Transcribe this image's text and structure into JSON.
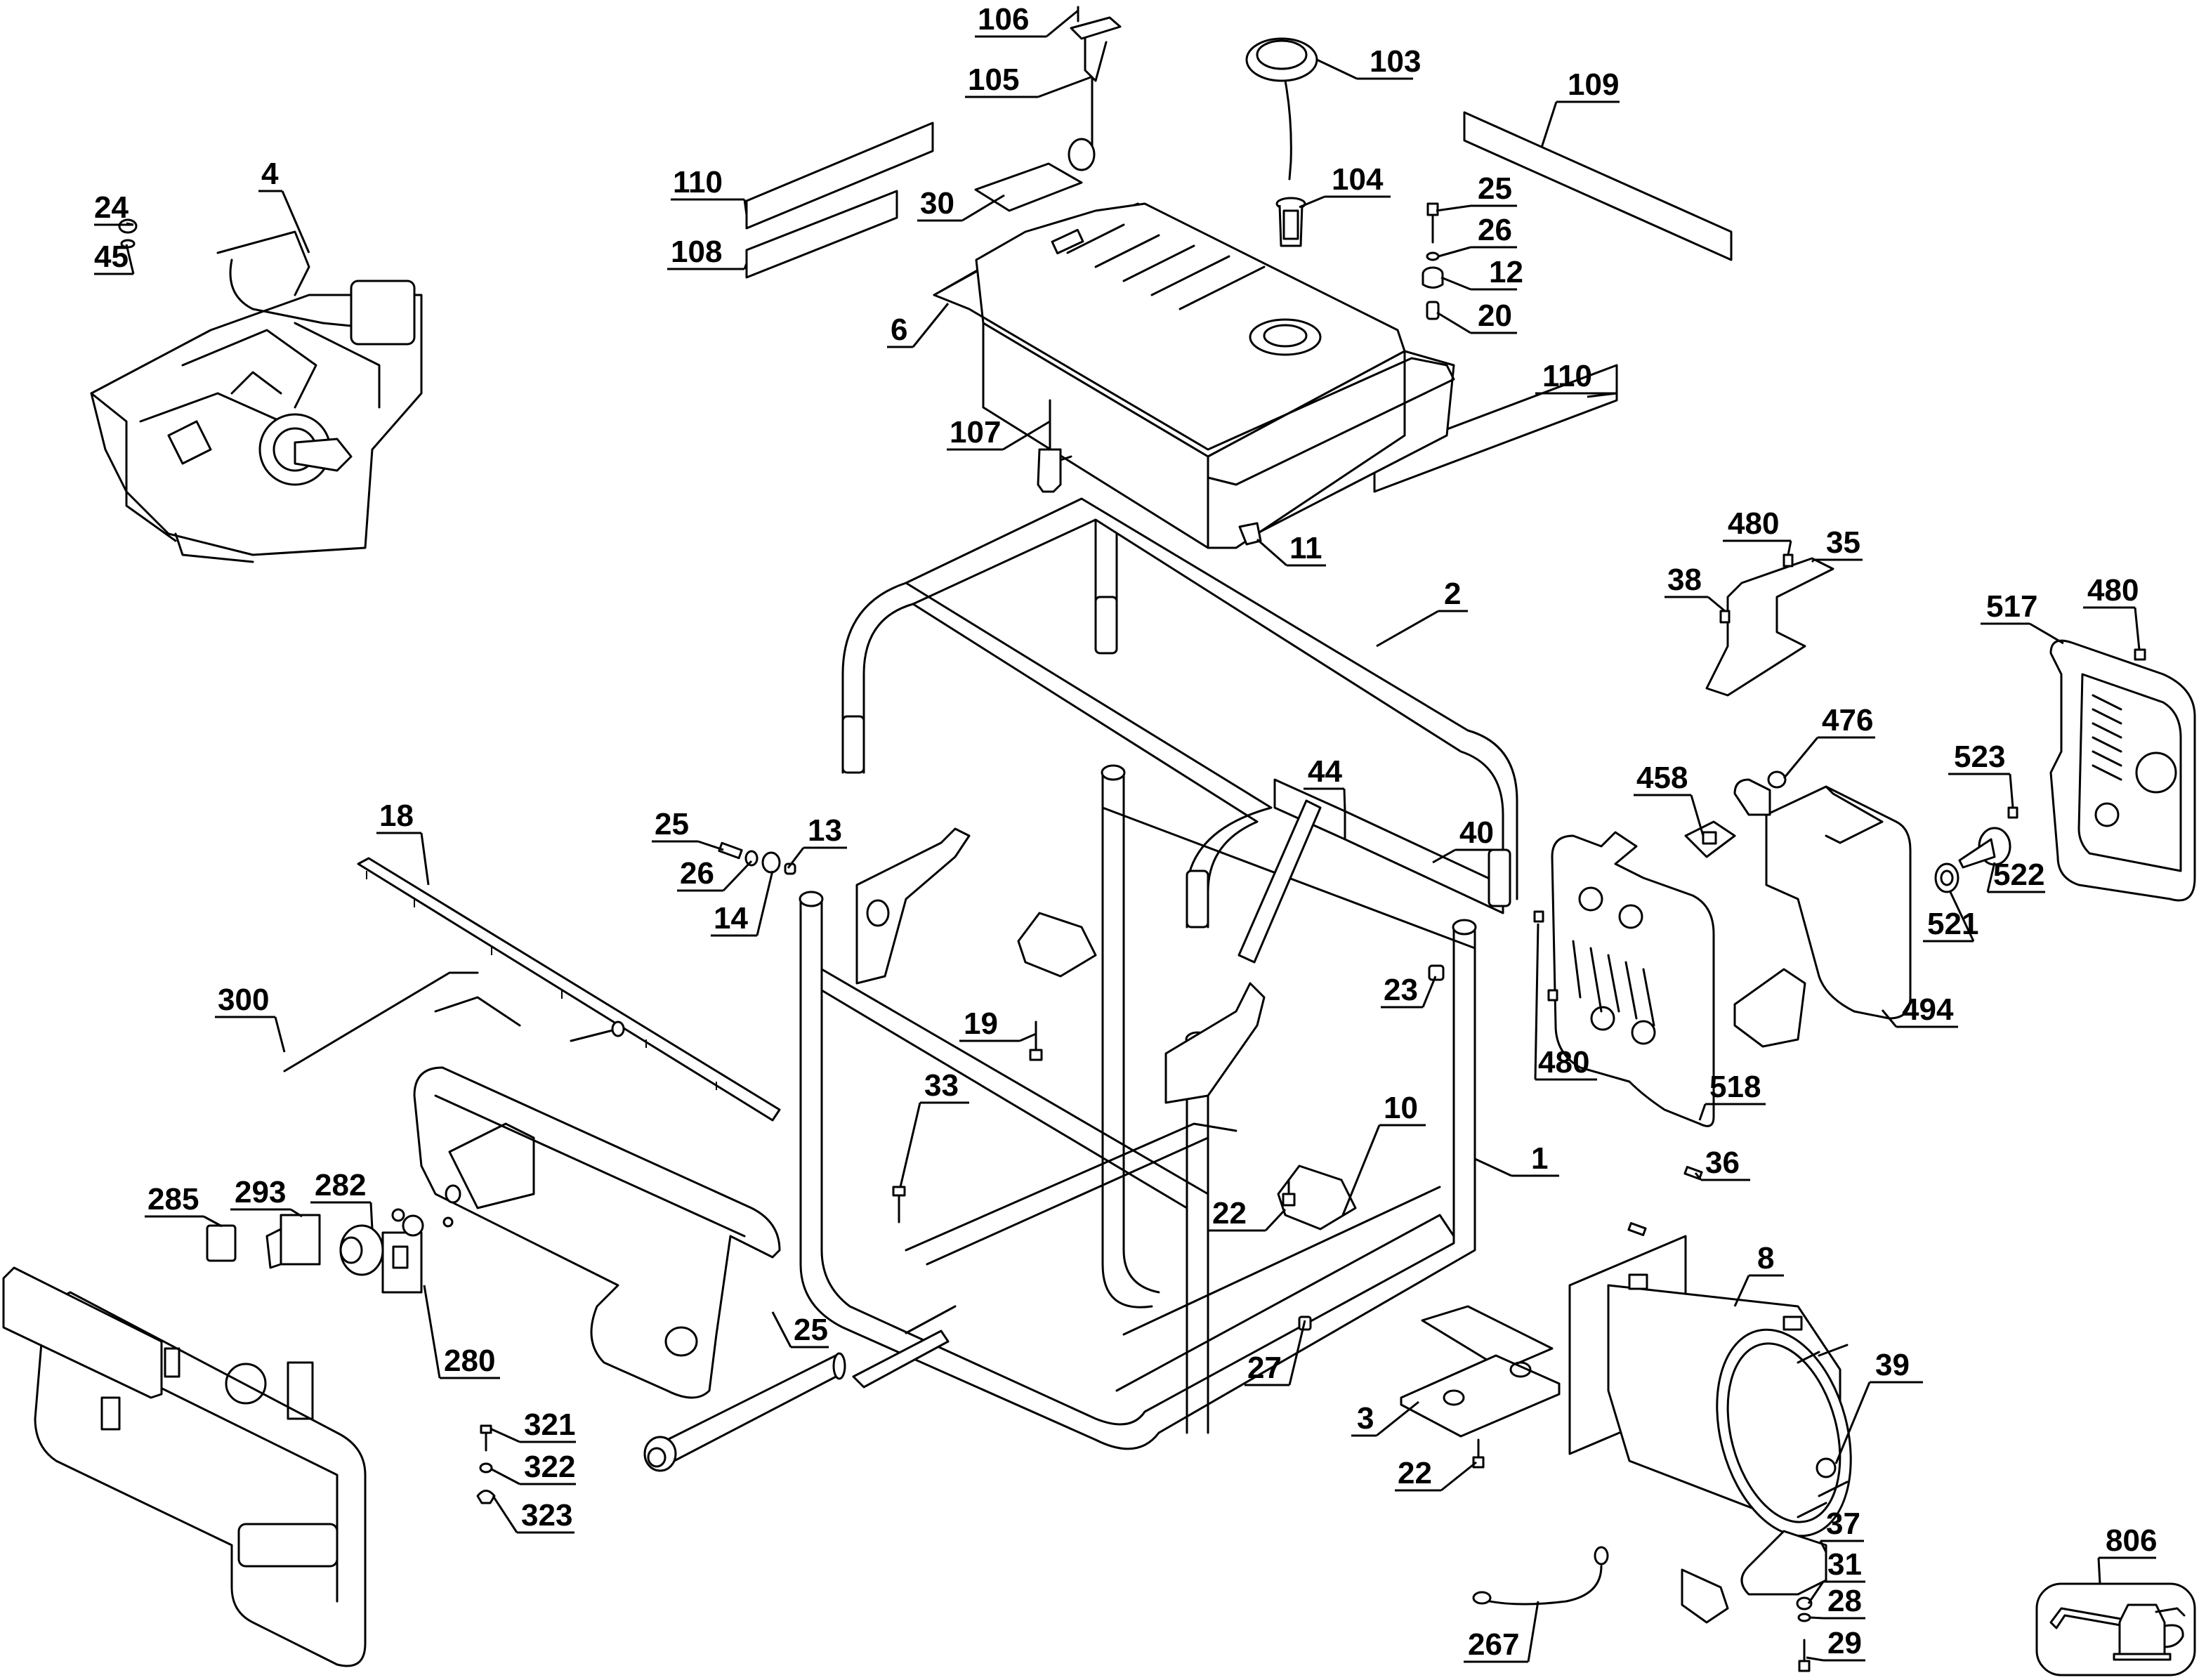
{
  "diagram": {
    "title": "Portable generator exploded parts view",
    "line_color": "#000000",
    "background": "#ffffff",
    "callouts": [
      {
        "id": "c106",
        "label": "106",
        "part": "screw"
      },
      {
        "id": "c105",
        "label": "105",
        "part": "fuel-gauge"
      },
      {
        "id": "c103",
        "label": "103",
        "part": "fuel-cap"
      },
      {
        "id": "c109",
        "label": "109",
        "part": "label"
      },
      {
        "id": "c110a",
        "label": "110",
        "part": "label"
      },
      {
        "id": "c30",
        "label": "30",
        "part": "label"
      },
      {
        "id": "c104",
        "label": "104",
        "part": "fuel-strainer"
      },
      {
        "id": "c25a",
        "label": "25",
        "part": "bolt"
      },
      {
        "id": "c26a",
        "label": "26",
        "part": "washer"
      },
      {
        "id": "c12",
        "label": "12",
        "part": "rubber-grommet"
      },
      {
        "id": "c20",
        "label": "20",
        "part": "collar"
      },
      {
        "id": "c108",
        "label": "108",
        "part": "label"
      },
      {
        "id": "c6",
        "label": "6",
        "part": "fuel-tank"
      },
      {
        "id": "c110b",
        "label": "110",
        "part": "label"
      },
      {
        "id": "c107",
        "label": "107",
        "part": "fuel-valve"
      },
      {
        "id": "c24",
        "label": "24",
        "part": "nut"
      },
      {
        "id": "c45",
        "label": "45",
        "part": "washer"
      },
      {
        "id": "c4",
        "label": "4",
        "part": "engine"
      },
      {
        "id": "c11",
        "label": "11",
        "part": "clip"
      },
      {
        "id": "c2",
        "label": "2",
        "part": "upper-frame"
      },
      {
        "id": "c480a",
        "label": "480",
        "part": "bolt"
      },
      {
        "id": "c35",
        "label": "35",
        "part": "muffler-bracket"
      },
      {
        "id": "c38",
        "label": "38",
        "part": "bolt"
      },
      {
        "id": "c517",
        "label": "517",
        "part": "muffler-cover"
      },
      {
        "id": "c480b",
        "label": "480",
        "part": "bolt"
      },
      {
        "id": "c476",
        "label": "476",
        "part": "nut"
      },
      {
        "id": "c458",
        "label": "458",
        "part": "gasket"
      },
      {
        "id": "c523",
        "label": "523",
        "part": "screw"
      },
      {
        "id": "c522",
        "label": "522",
        "part": "spark-arrestor"
      },
      {
        "id": "c521",
        "label": "521",
        "part": "gasket"
      },
      {
        "id": "c494",
        "label": "494",
        "part": "muffler"
      },
      {
        "id": "c480c",
        "label": "480",
        "part": "bolt"
      },
      {
        "id": "c518",
        "label": "518",
        "part": "muffler-guard"
      },
      {
        "id": "c18",
        "label": "18",
        "part": "trim-strip"
      },
      {
        "id": "c25b",
        "label": "25",
        "part": "bolt"
      },
      {
        "id": "c26b",
        "label": "26",
        "part": "washer"
      },
      {
        "id": "c13",
        "label": "13",
        "part": "collar"
      },
      {
        "id": "c14",
        "label": "14",
        "part": "rubber-grommet"
      },
      {
        "id": "c44",
        "label": "44",
        "part": "label"
      },
      {
        "id": "c40",
        "label": "40",
        "part": "label"
      },
      {
        "id": "c19",
        "label": "19",
        "part": "bolt"
      },
      {
        "id": "c23",
        "label": "23",
        "part": "bolt"
      },
      {
        "id": "c300",
        "label": "300",
        "part": "control-panel-assembly"
      },
      {
        "id": "c10",
        "label": "10",
        "part": "vibration-mount"
      },
      {
        "id": "c33",
        "label": "33",
        "part": "bolt"
      },
      {
        "id": "c1",
        "label": "1",
        "part": "lower-frame"
      },
      {
        "id": "c36",
        "label": "36",
        "part": "brush"
      },
      {
        "id": "c285",
        "label": "285",
        "part": "switch"
      },
      {
        "id": "c293",
        "label": "293",
        "part": "circuit-breaker"
      },
      {
        "id": "c282",
        "label": "282",
        "part": "receptacle"
      },
      {
        "id": "c22a",
        "label": "22",
        "part": "bolt"
      },
      {
        "id": "c8",
        "label": "8",
        "part": "alternator"
      },
      {
        "id": "c25c",
        "label": "25",
        "part": "bolt"
      },
      {
        "id": "c280",
        "label": "280",
        "part": "gfci-receptacle"
      },
      {
        "id": "c27",
        "label": "27",
        "part": "nut"
      },
      {
        "id": "c39",
        "label": "39",
        "part": "bolt"
      },
      {
        "id": "c3",
        "label": "3",
        "part": "mount-bracket"
      },
      {
        "id": "c321",
        "label": "321",
        "part": "bolt"
      },
      {
        "id": "c322",
        "label": "322",
        "part": "nut"
      },
      {
        "id": "c323",
        "label": "323",
        "part": "wing-nut"
      },
      {
        "id": "c22b",
        "label": "22",
        "part": "bolt"
      },
      {
        "id": "c37",
        "label": "37",
        "part": "alternator-support"
      },
      {
        "id": "c806",
        "label": "806",
        "part": "oil-bottle"
      },
      {
        "id": "c31",
        "label": "31",
        "part": "nut"
      },
      {
        "id": "c28",
        "label": "28",
        "part": "washer"
      },
      {
        "id": "c267",
        "label": "267",
        "part": "ground-wire"
      },
      {
        "id": "c29",
        "label": "29",
        "part": "bolt"
      }
    ]
  }
}
